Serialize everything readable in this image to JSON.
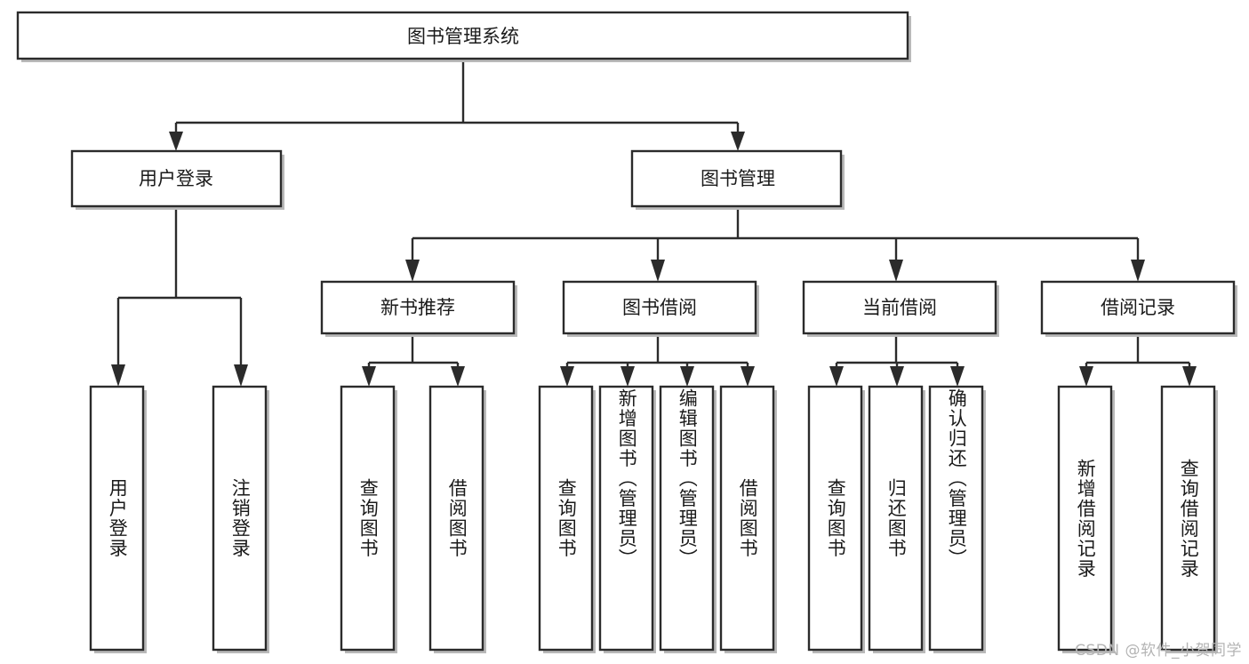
{
  "diagram": {
    "title_node": {
      "label": "图书管理系统"
    },
    "level2": [
      {
        "label": "用户登录"
      },
      {
        "label": "图书管理"
      }
    ],
    "level3": [
      {
        "label": "新书推荐"
      },
      {
        "label": "图书借阅"
      },
      {
        "label": "当前借阅"
      },
      {
        "label": "借阅记录"
      }
    ],
    "leaves": [
      {
        "label": "用户登录",
        "parent": "用户登录"
      },
      {
        "label": "注销登录",
        "parent": "用户登录"
      },
      {
        "label": "查询图书",
        "parent": "新书推荐"
      },
      {
        "label": "借阅图书",
        "parent": "新书推荐"
      },
      {
        "label": "查询图书",
        "parent": "图书借阅"
      },
      {
        "label": "新增图书（管理员）",
        "parent": "图书借阅"
      },
      {
        "label": "编辑图书（管理员）",
        "parent": "图书借阅"
      },
      {
        "label": "借阅图书",
        "parent": "图书借阅"
      },
      {
        "label": "查询图书",
        "parent": "当前借阅"
      },
      {
        "label": "归还图书",
        "parent": "当前借阅"
      },
      {
        "label": "确认归还（管理员）",
        "parent": "当前借阅"
      },
      {
        "label": "新增借阅记录",
        "parent": "借阅记录"
      },
      {
        "label": "查询借阅记录",
        "parent": "借阅记录"
      }
    ],
    "watermark": "CSDN @软件_小贺同学",
    "colors": {
      "stroke": "#2b2b2b",
      "fill": "#ffffff",
      "text": "#1a1a1a",
      "watermark": "#b4b4b4",
      "shadow": "#b9b9b9"
    }
  }
}
